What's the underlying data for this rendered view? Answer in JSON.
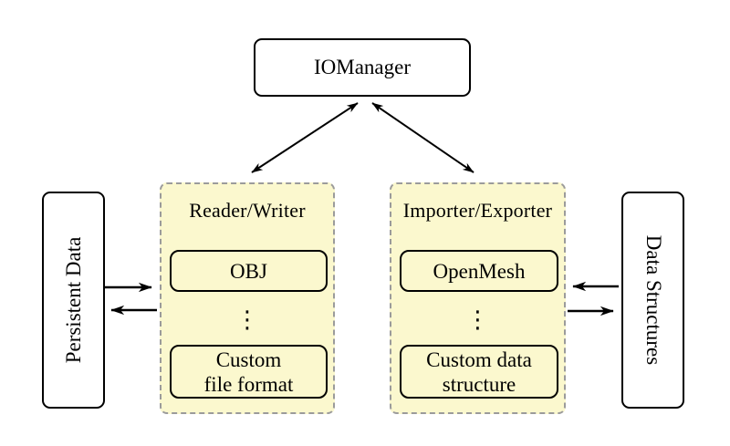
{
  "diagram": {
    "title_node": {
      "label": "IOManager"
    },
    "groups": [
      {
        "title": "Reader/Writer",
        "dots": "⋮",
        "boxes": [
          {
            "lines": [
              "OBJ"
            ]
          },
          {
            "lines": [
              "Custom",
              "file format"
            ]
          }
        ]
      },
      {
        "title": "Importer/Exporter",
        "dots": "⋮",
        "boxes": [
          {
            "lines": [
              "OpenMesh"
            ]
          },
          {
            "lines": [
              "Custom data",
              "structure"
            ]
          }
        ]
      }
    ],
    "side_nodes": {
      "left_label": "Persistent Data",
      "right_label": "Data Structures"
    },
    "arrows": [
      {
        "name": "iomanager-readerwriter",
        "direction": "both"
      },
      {
        "name": "iomanager-importerexporter",
        "direction": "both"
      },
      {
        "name": "persistentdata-to-readerwriter",
        "direction": "right"
      },
      {
        "name": "readerwriter-to-persistentdata",
        "direction": "left"
      },
      {
        "name": "datastructures-to-importerexporter",
        "direction": "left"
      },
      {
        "name": "importerexporter-to-datastructures",
        "direction": "right"
      }
    ]
  },
  "colors": {
    "background": "#ffffff",
    "text": "#000000",
    "node_fill": "#ffffff",
    "node_border": "#000000",
    "group_fill": "#fbf8ce",
    "group_border": "#9b9b9b",
    "arrow": "#000000"
  }
}
